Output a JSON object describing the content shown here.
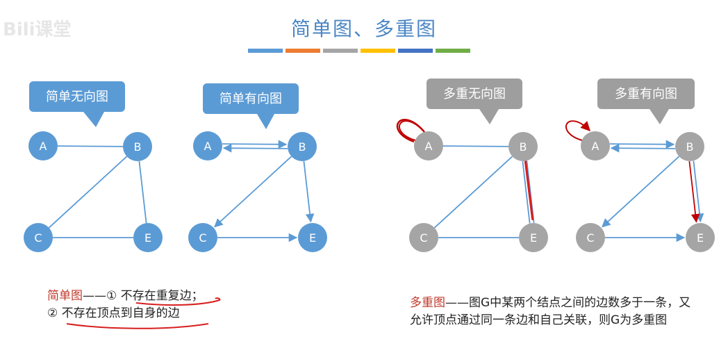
{
  "watermark": "Bili课堂",
  "title": "简单图、多重图",
  "colors": {
    "node_blue": "#5b9bd5",
    "node_gray": "#a5a5a5",
    "edge": "#5b9bd5",
    "loop_red": "#c00000",
    "ink_red": "#d81e1e",
    "callout_blue": "#5b9bd5",
    "callout_gray": "#9e9e9e",
    "bar": [
      "#5b9bd5",
      "#ed7d31",
      "#a5a5a5",
      "#ffc000",
      "#4472c4",
      "#70ad47"
    ]
  },
  "graphs": [
    {
      "id": "simple-undirected",
      "label": "简单无向图",
      "nodes": [
        "A",
        "B",
        "C",
        "E"
      ],
      "edges": [
        [
          "A",
          "B"
        ],
        [
          "B",
          "C"
        ],
        [
          "B",
          "E"
        ],
        [
          "C",
          "E"
        ]
      ],
      "directed": false
    },
    {
      "id": "simple-directed",
      "label": "简单有向图",
      "nodes": [
        "A",
        "B",
        "C",
        "E"
      ],
      "edges": [
        [
          "A",
          "B"
        ],
        [
          "B",
          "A"
        ],
        [
          "B",
          "C"
        ],
        [
          "B",
          "E"
        ],
        [
          "C",
          "E"
        ]
      ],
      "directed": true
    },
    {
      "id": "multi-undirected",
      "label": "多重无向图",
      "nodes": [
        "A",
        "B",
        "C",
        "E"
      ],
      "edges": [
        [
          "A",
          "A"
        ],
        [
          "A",
          "B"
        ],
        [
          "B",
          "C"
        ],
        [
          "B",
          "E"
        ],
        [
          "B",
          "E"
        ],
        [
          "C",
          "E"
        ]
      ],
      "directed": false
    },
    {
      "id": "multi-directed",
      "label": "多重有向图",
      "nodes": [
        "A",
        "B",
        "C",
        "E"
      ],
      "edges": [
        [
          "A",
          "A"
        ],
        [
          "A",
          "B"
        ],
        [
          "B",
          "A"
        ],
        [
          "B",
          "C"
        ],
        [
          "B",
          "E"
        ],
        [
          "B",
          "E"
        ],
        [
          "C",
          "E"
        ]
      ],
      "directed": true
    }
  ],
  "notes": {
    "simple_term": "简单图",
    "simple_rest1": "——① 不存在重复边；",
    "simple_rest2": "② 不存在顶点到自身的边",
    "multi_term": "多重图",
    "multi_rest": "——图G中某两个结点之间的边数多于一条，又允许顶点通过同一条边和自己关联，则G为多重图"
  }
}
